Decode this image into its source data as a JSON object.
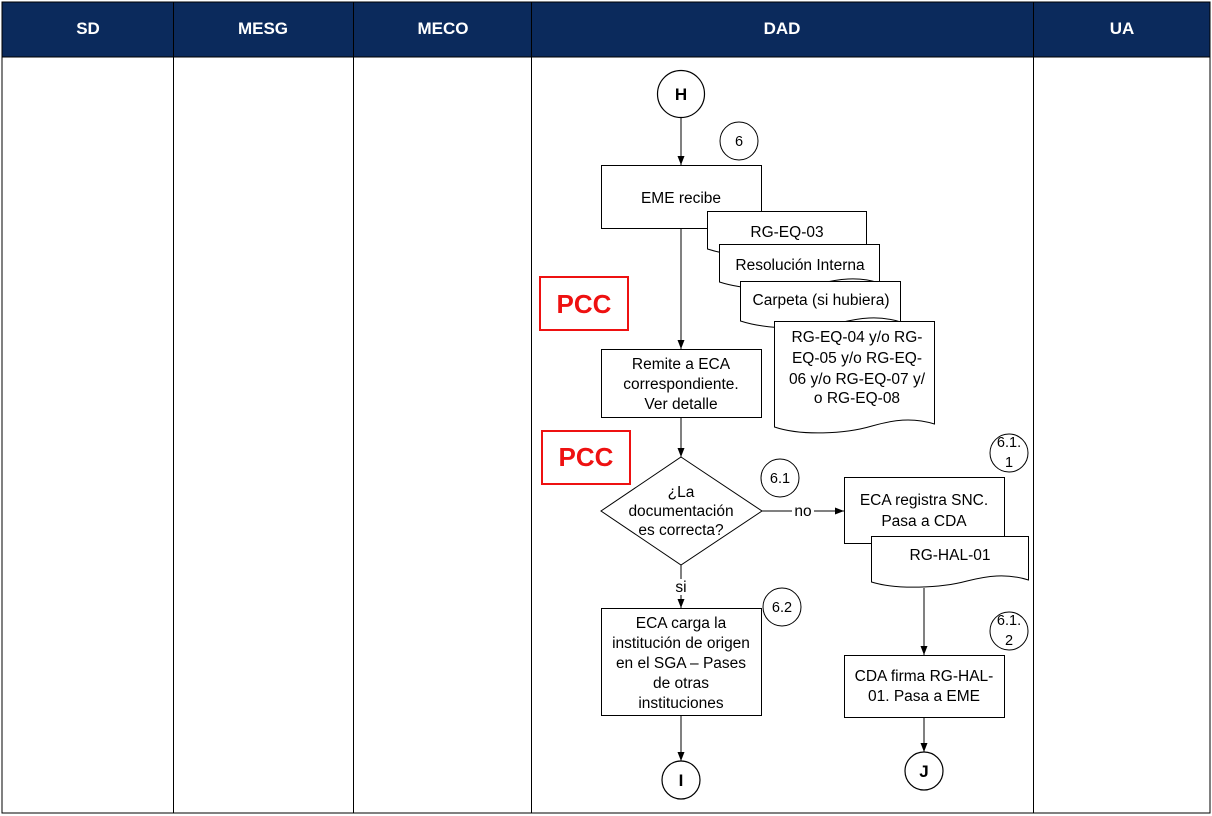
{
  "lanes": [
    "SD",
    "MESG",
    "MECO",
    "DAD",
    "UA"
  ],
  "connectors": {
    "start": "H",
    "end_left": "I",
    "end_right": "J"
  },
  "step_numbers": {
    "s6": "6",
    "s61": "6.1",
    "s62": "6.2",
    "s611_l1": "6.1.",
    "s611_l2": "1",
    "s612_l1": "6.1.",
    "s612_l2": "2"
  },
  "pcc": {
    "top": "PCC",
    "bottom": "PCC"
  },
  "processes": {
    "eme_recibe": "EME recibe",
    "remite": [
      "Remite a ECA",
      "correspondiente.",
      "Ver detalle"
    ],
    "eca_carga": [
      "ECA carga la",
      "institución de origen",
      "en el SGA – Pases",
      "de otras",
      "instituciones"
    ],
    "eca_registra": [
      "ECA registra SNC.",
      "Pasa a CDA"
    ],
    "cda_firma": [
      "CDA firma RG-HAL-",
      "01. Pasa a EME"
    ]
  },
  "decision": [
    "¿La",
    "documentación",
    "es correcta?"
  ],
  "branches": {
    "no": "no",
    "si": "si"
  },
  "documents": {
    "rg_eq_03": "RG-EQ-03",
    "resolucion": "Resolución Interna",
    "carpeta": "Carpeta (si hubiera)",
    "rg_eq_list": [
      "RG-EQ-04 y/o RG-",
      "EQ-05 y/o RG-EQ-",
      "06 y/o RG-EQ-07 y/",
      "o RG-EQ-08"
    ],
    "rg_hal_01": "RG-HAL-01"
  },
  "colors": {
    "header_bg": "#0b2a5c",
    "pcc_red": "#ee1111"
  }
}
